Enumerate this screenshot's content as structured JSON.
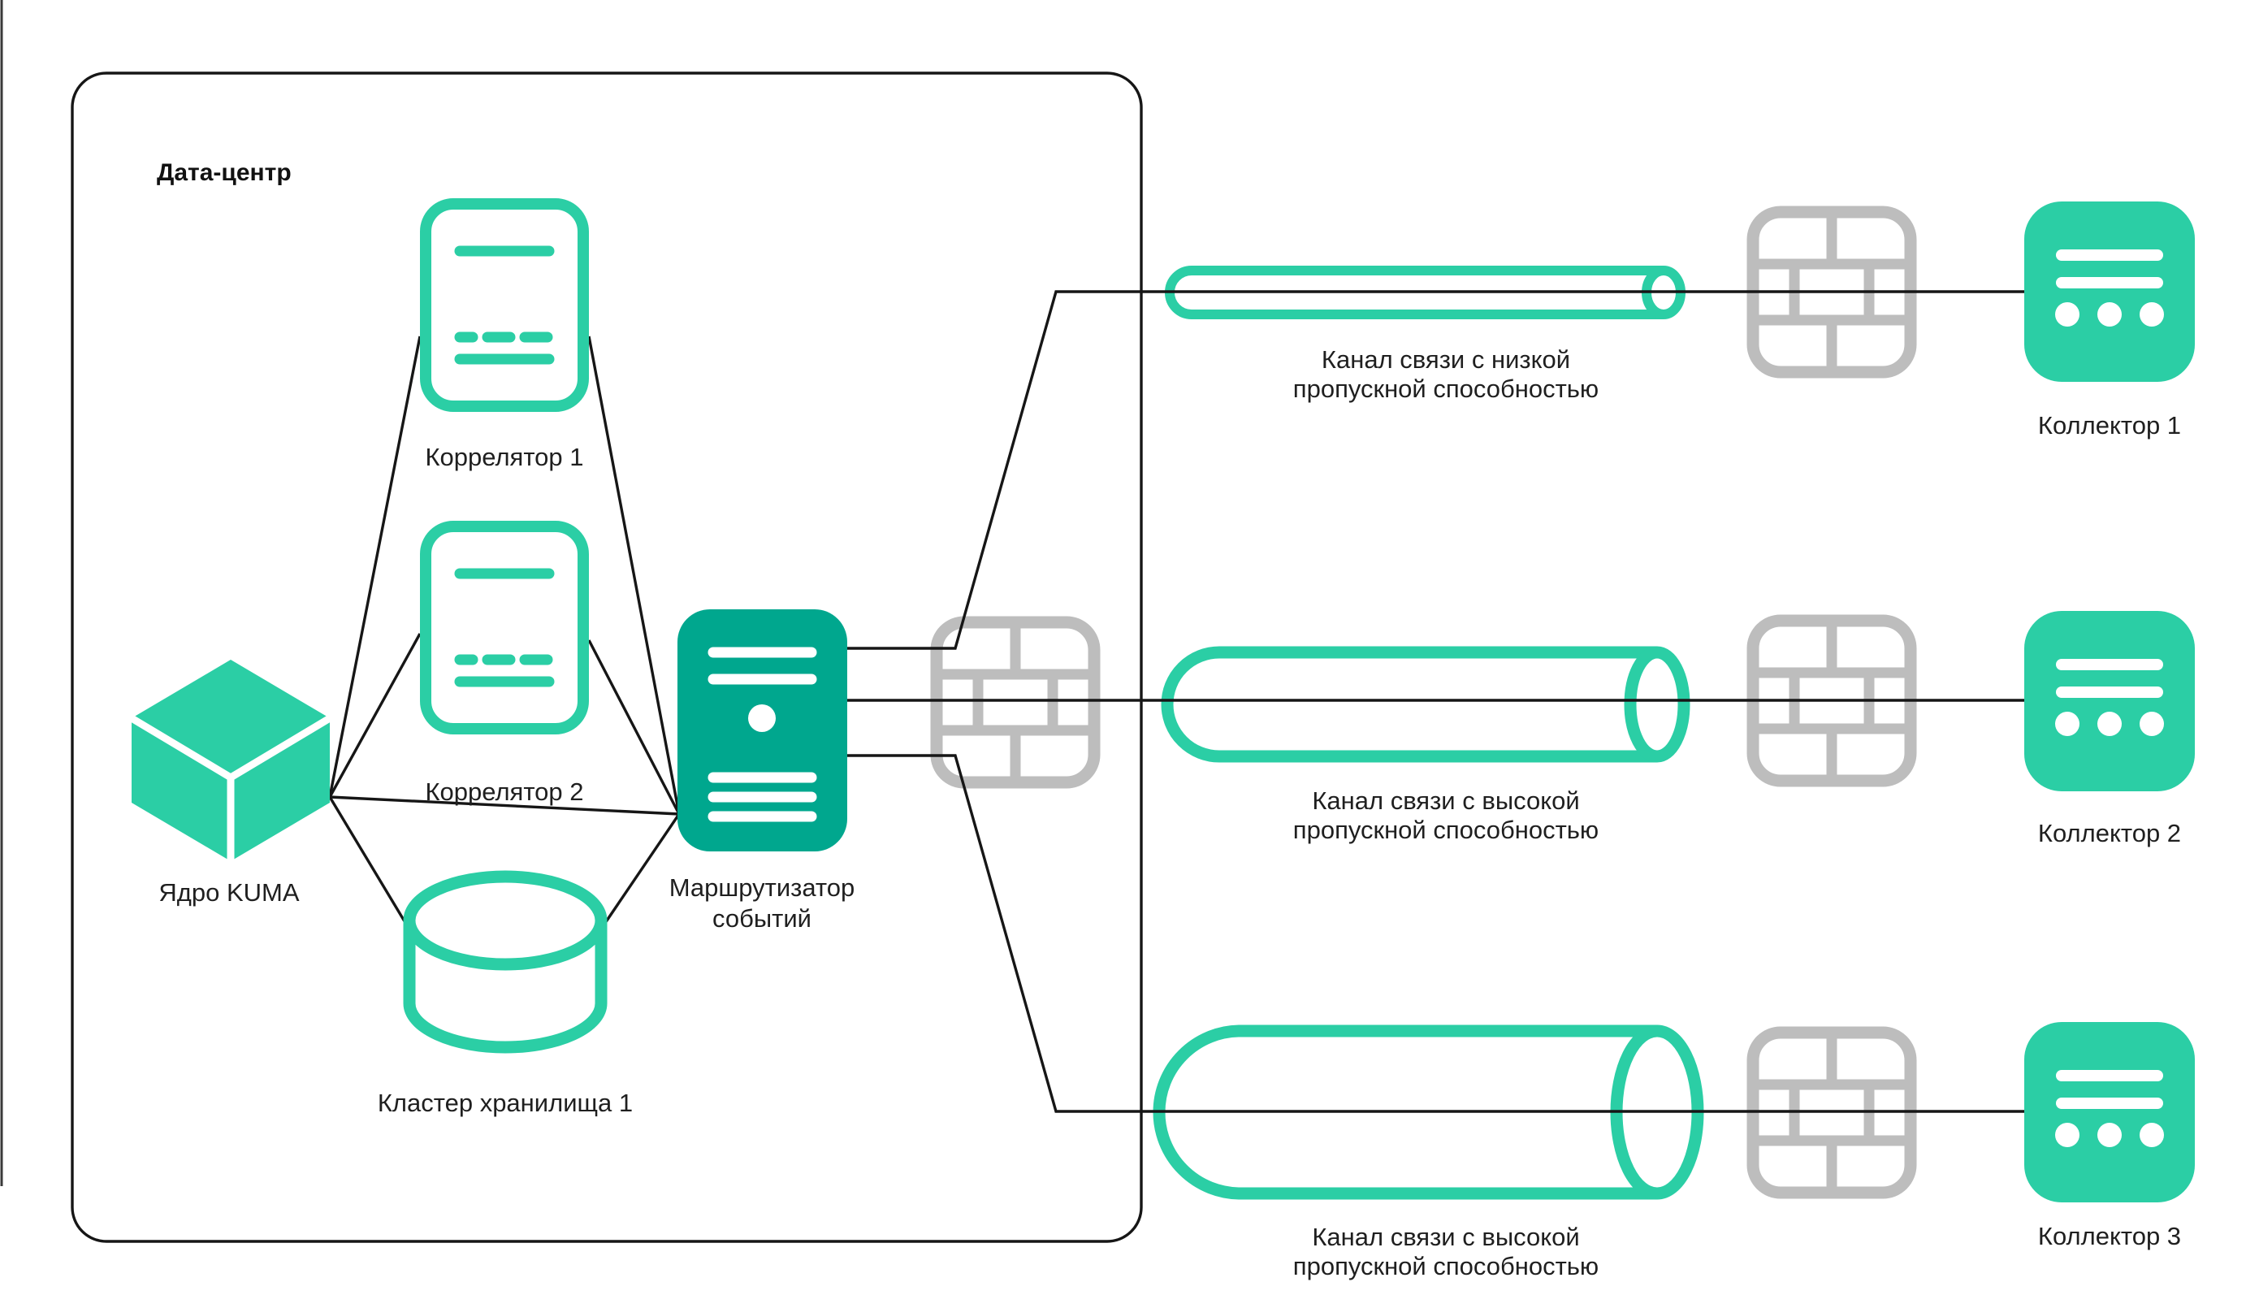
{
  "diagram": {
    "type": "architecture-diagram",
    "title": "Дата-центр",
    "colors": {
      "teal": "#2bcea5",
      "teal_dark": "#00a78e",
      "firewall_gray": "#bdbdbd",
      "line_black": "#161616",
      "text": "#1f1f1f"
    },
    "datacenter": {
      "label": "Дата-центр"
    },
    "nodes": {
      "kuma_core": {
        "label": "Ядро KUMA"
      },
      "correlator1": {
        "label": "Коррелятор 1"
      },
      "correlator2": {
        "label": "Коррелятор 2"
      },
      "storage_cluster": {
        "label": "Кластер хранилища 1"
      },
      "event_router": {
        "label_line1": "Маршрутизатор",
        "label_line2": "событий"
      },
      "collector1": {
        "label": "Коллектор 1"
      },
      "collector2": {
        "label": "Коллектор 2"
      },
      "collector3": {
        "label": "Коллектор 3"
      }
    },
    "channels": {
      "channel1": {
        "bandwidth": "low",
        "label_line1": "Канал связи с низкой",
        "label_line2": "пропускной способностью"
      },
      "channel2": {
        "bandwidth": "high",
        "label_line1": "Канал связи с высокой",
        "label_line2": "пропускной способностью"
      },
      "channel3": {
        "bandwidth": "high",
        "label_line1": "Канал связи с высокой",
        "label_line2": "пропускной способностью"
      }
    }
  }
}
